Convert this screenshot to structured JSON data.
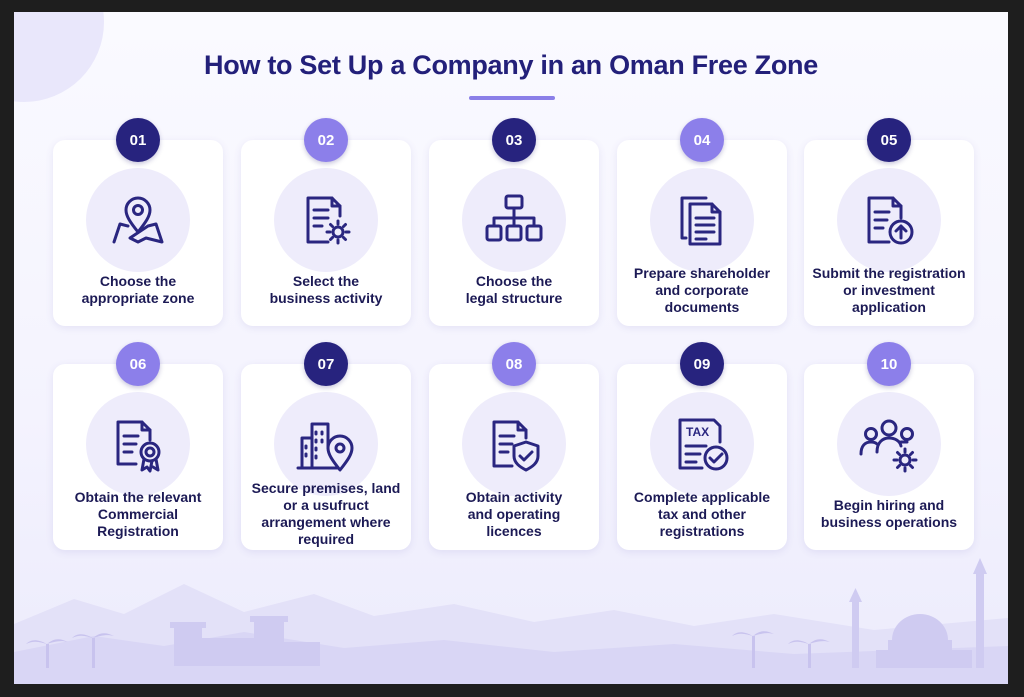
{
  "title": "How to Set Up a Company in an Oman Free Zone",
  "colors": {
    "title": "#23207a",
    "badge_dark": "#27237e",
    "badge_light": "#8c7fea",
    "icon_stroke": "#2a2680",
    "icon_bg": "#eeecfb"
  },
  "steps": [
    {
      "number": "01",
      "label": "Choose the\nappropriate zone",
      "icon": "map-pin-icon"
    },
    {
      "number": "02",
      "label": "Select the\nbusiness activity",
      "icon": "document-gear-icon"
    },
    {
      "number": "03",
      "label": "Choose the\nlegal structure",
      "icon": "org-chart-icon"
    },
    {
      "number": "04",
      "label": "Prepare shareholder\nand corporate\ndocuments",
      "icon": "documents-stack-icon"
    },
    {
      "number": "05",
      "label": "Submit the registration\nor investment\napplication",
      "icon": "document-upload-icon"
    },
    {
      "number": "06",
      "label": "Obtain the relevant\nCommercial\nRegistration",
      "icon": "certificate-icon"
    },
    {
      "number": "07",
      "label": "Secure premises, land\nor a usufruct\narrangement where\nrequired",
      "icon": "building-location-icon"
    },
    {
      "number": "08",
      "label": "Obtain activity\nand operating\nlicences",
      "icon": "document-shield-icon"
    },
    {
      "number": "09",
      "label": "Complete applicable\ntax and other\nregistrations",
      "icon": "tax-document-icon",
      "icon_text": "TAX"
    },
    {
      "number": "10",
      "label": "Begin hiring and\nbusiness operations",
      "icon": "team-gear-icon"
    }
  ]
}
